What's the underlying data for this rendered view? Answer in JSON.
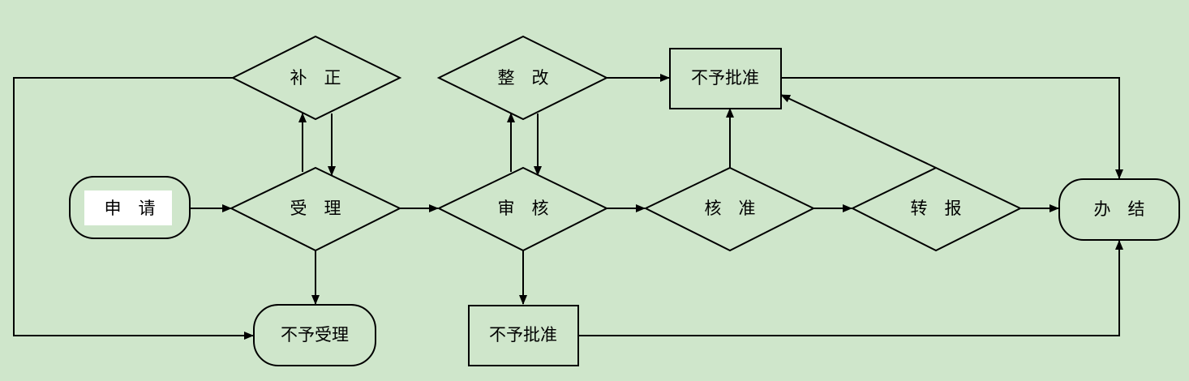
{
  "nodes": {
    "apply": {
      "label": "申　请"
    },
    "accept": {
      "label": "受　理"
    },
    "supplement": {
      "label": "补　正"
    },
    "reject_accept": {
      "label": "不予受理"
    },
    "review": {
      "label": "审　核"
    },
    "rectify": {
      "label": "整　改"
    },
    "reject_review": {
      "label": "不予批准"
    },
    "verify": {
      "label": "核　准"
    },
    "reject_top": {
      "label": "不予批准"
    },
    "report": {
      "label": "转　报"
    },
    "complete": {
      "label": "办　结"
    }
  }
}
